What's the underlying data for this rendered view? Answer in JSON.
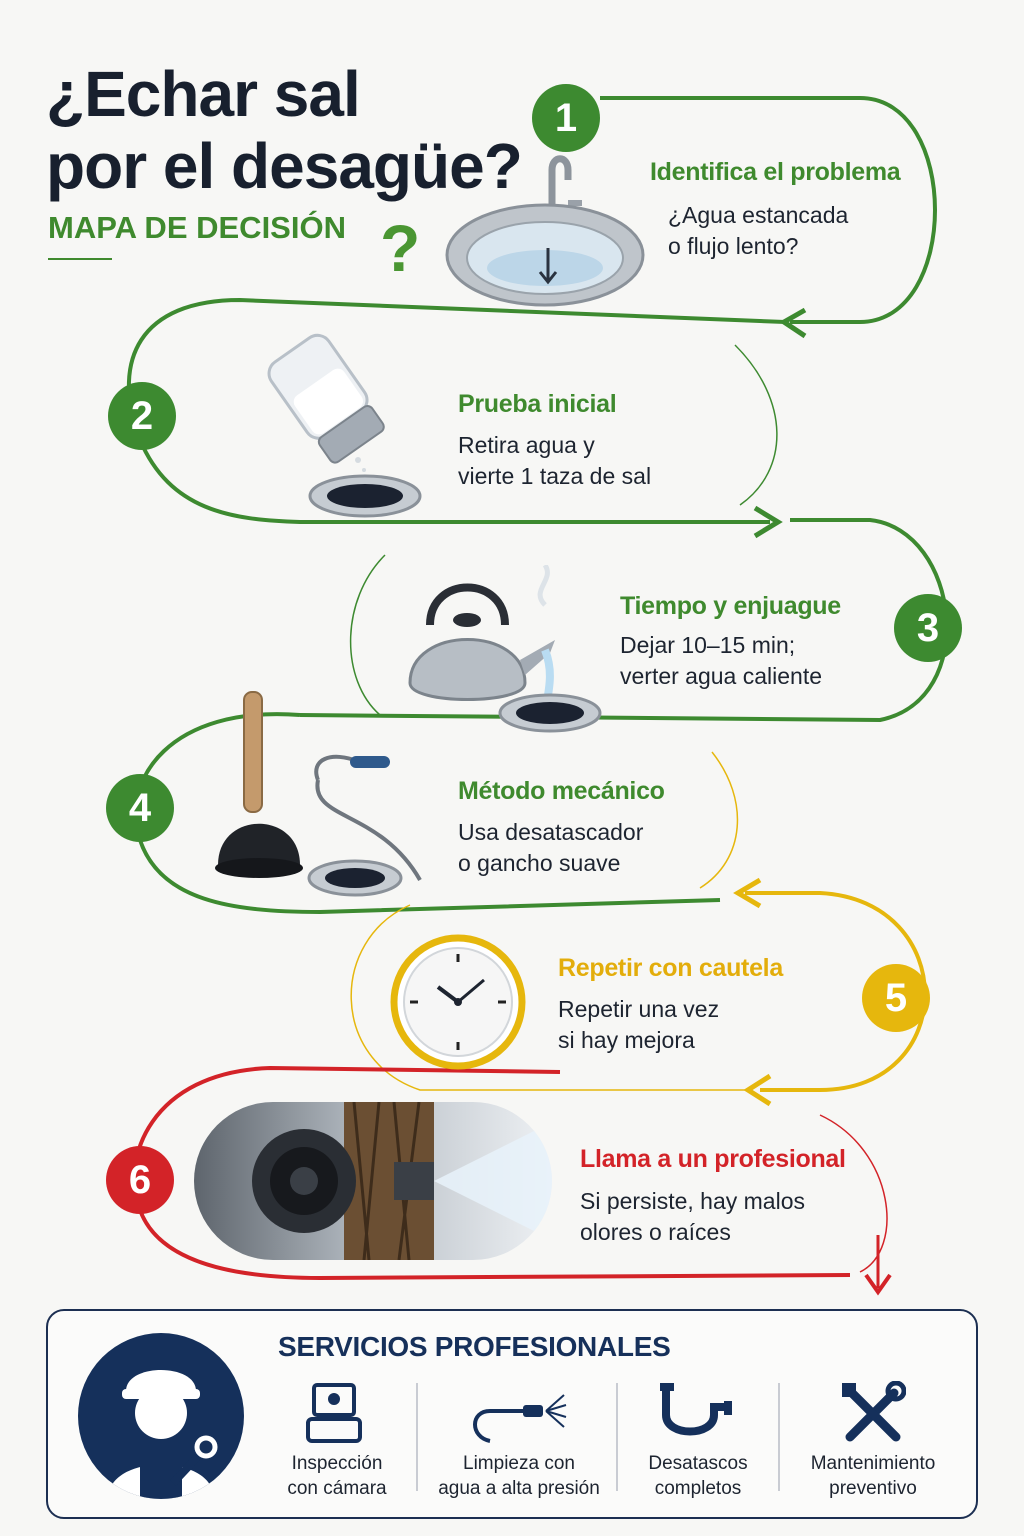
{
  "header": {
    "title_line1": "¿Echar sal",
    "title_line2": "por el desagüe?",
    "subtitle": "MAPA DE DECISIÓN",
    "question_mark": "?"
  },
  "colors": {
    "green": "#3d8a30",
    "yellow": "#e6b70d",
    "red": "#d32328",
    "navy": "#15305b"
  },
  "steps": [
    {
      "number": "1",
      "title": "Identifica el problema",
      "desc": "¿Agua estancada\no flujo lento?",
      "color": "green",
      "icon": "sink-icon"
    },
    {
      "number": "2",
      "title": "Prueba inicial",
      "desc": "Retira agua y\nvierte 1 taza de sal",
      "color": "green",
      "icon": "salt-shaker-icon"
    },
    {
      "number": "3",
      "title": "Tiempo y enjuague",
      "desc": "Dejar 10–15 min;\nverter agua caliente",
      "color": "green",
      "icon": "kettle-icon"
    },
    {
      "number": "4",
      "title": "Método mecánico",
      "desc": "Usa desatascador\no gancho suave",
      "color": "green",
      "icon": "plunger-icon"
    },
    {
      "number": "5",
      "title": "Repetir con cautela",
      "desc": "Repetir una vez\nsi hay mejora",
      "color": "yellow",
      "icon": "clock-icon"
    },
    {
      "number": "6",
      "title": "Llama a un profesional",
      "desc": "Si persiste, hay malos\nolores o raíces",
      "color": "red",
      "icon": "pipe-camera-icon"
    }
  ],
  "services": {
    "title": "SERVICIOS PROFESIONALES",
    "items": [
      {
        "label": "Inspección\ncon cámara",
        "icon": "camera-inspection-icon"
      },
      {
        "label": "Limpieza con\nagua a alta presión",
        "icon": "pressure-hose-icon"
      },
      {
        "label": "Desatascos\ncompletos",
        "icon": "pipe-icon"
      },
      {
        "label": "Mantenimiento\npreventivo",
        "icon": "tools-icon"
      }
    ]
  }
}
